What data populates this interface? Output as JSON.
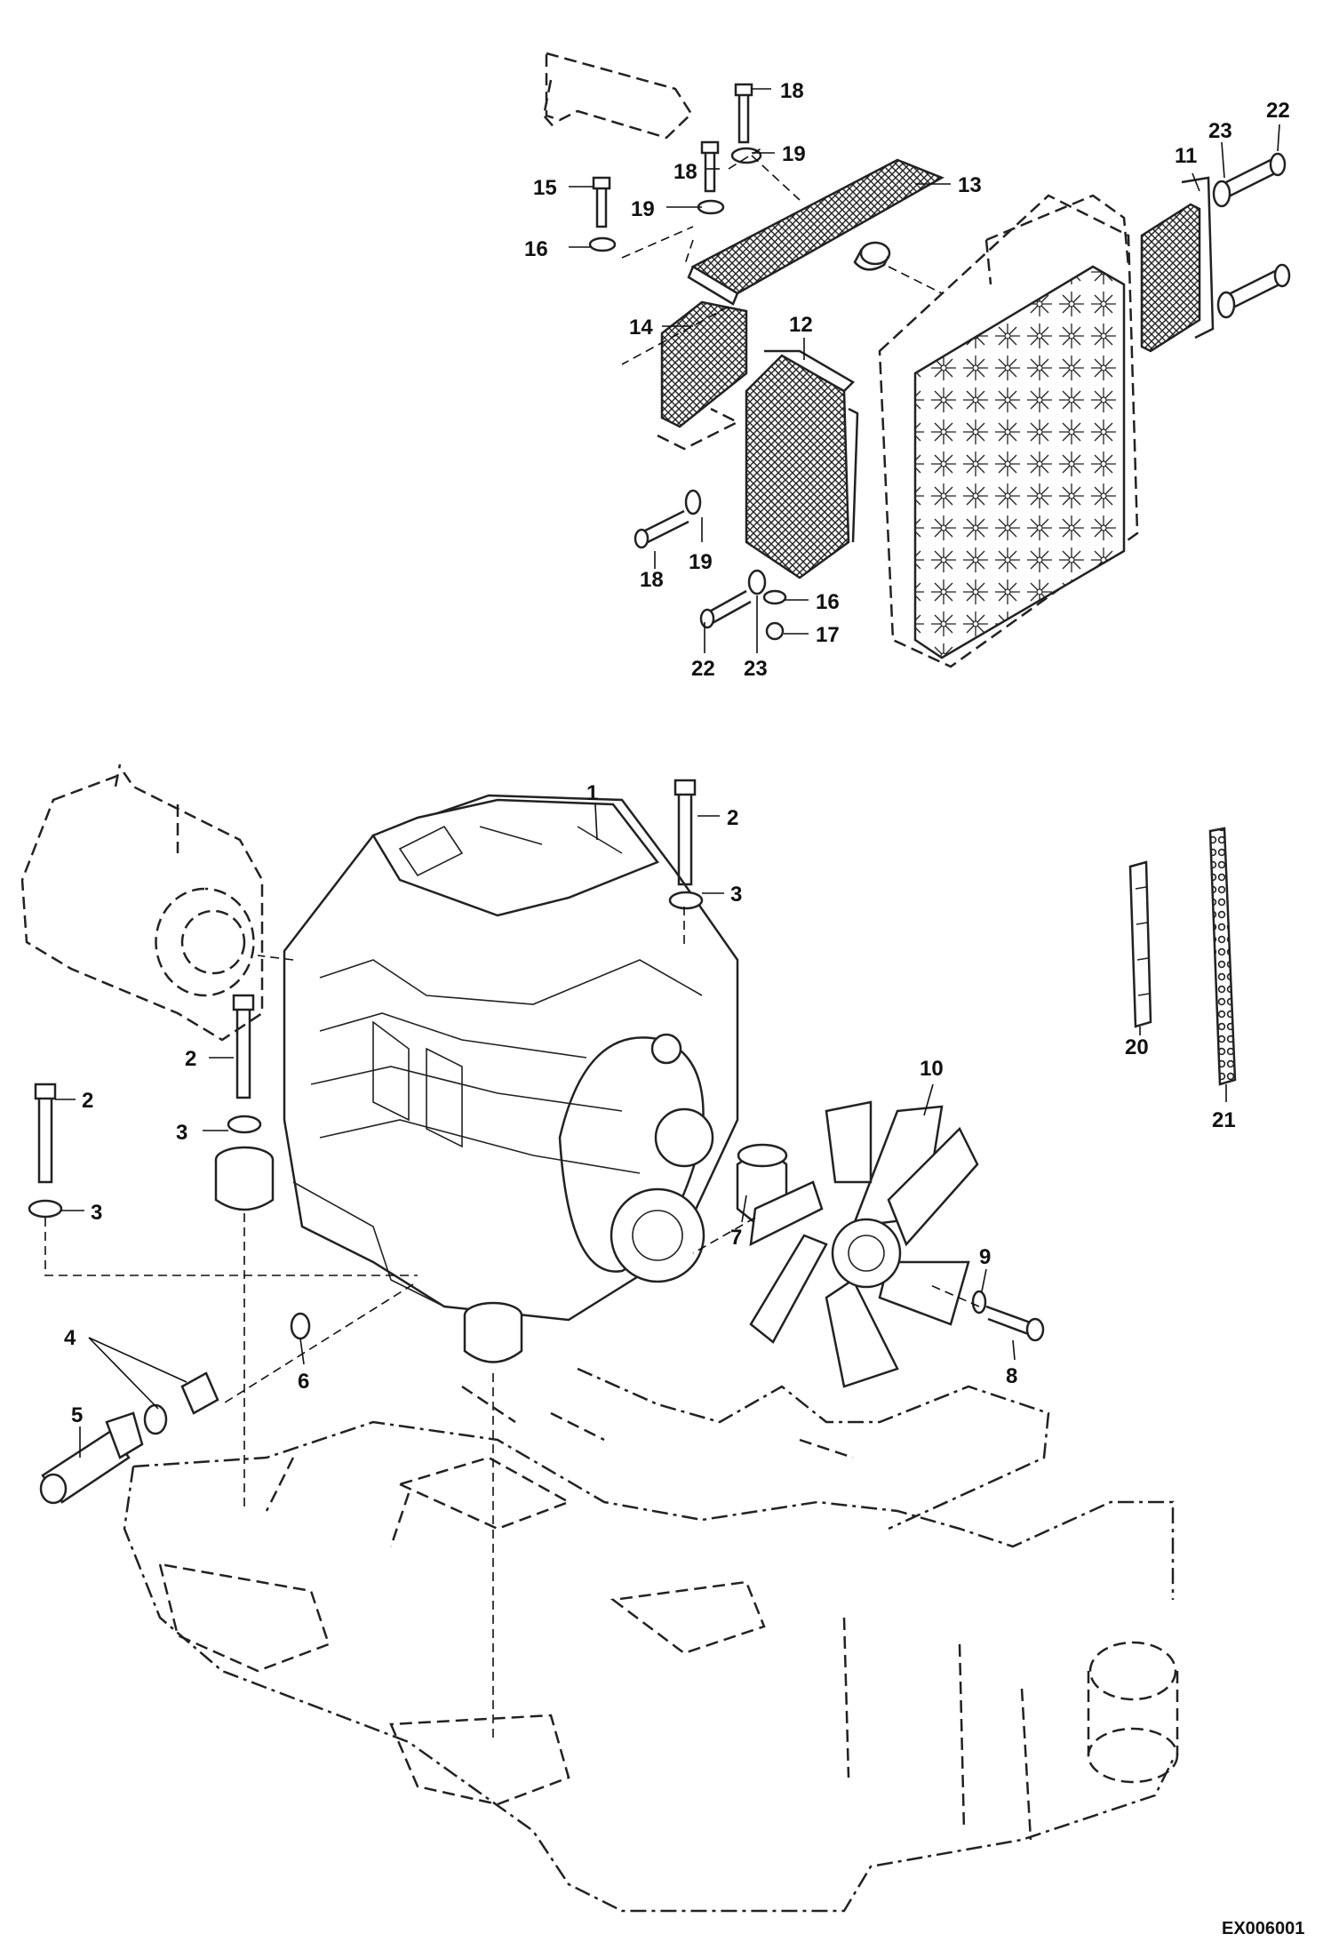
{
  "drawing_ref": "EX006001",
  "callouts": {
    "c1": "1",
    "c2a": "2",
    "c2b": "2",
    "c2c": "2",
    "c3a": "3",
    "c3b": "3",
    "c3c": "3",
    "c4": "4",
    "c5": "5",
    "c6": "6",
    "c7": "7",
    "c8": "8",
    "c9": "9",
    "c10": "10",
    "c11": "11",
    "c12": "12",
    "c13": "13",
    "c14": "14",
    "c15": "15",
    "c16a": "16",
    "c16b": "16",
    "c17": "17",
    "c18a": "18",
    "c18b": "18",
    "c18c": "18",
    "c19a": "19",
    "c19b": "19",
    "c19c": "19",
    "c20": "20",
    "c21": "21",
    "c22a": "22",
    "c22b": "22",
    "c23a": "23",
    "c23b": "23"
  }
}
